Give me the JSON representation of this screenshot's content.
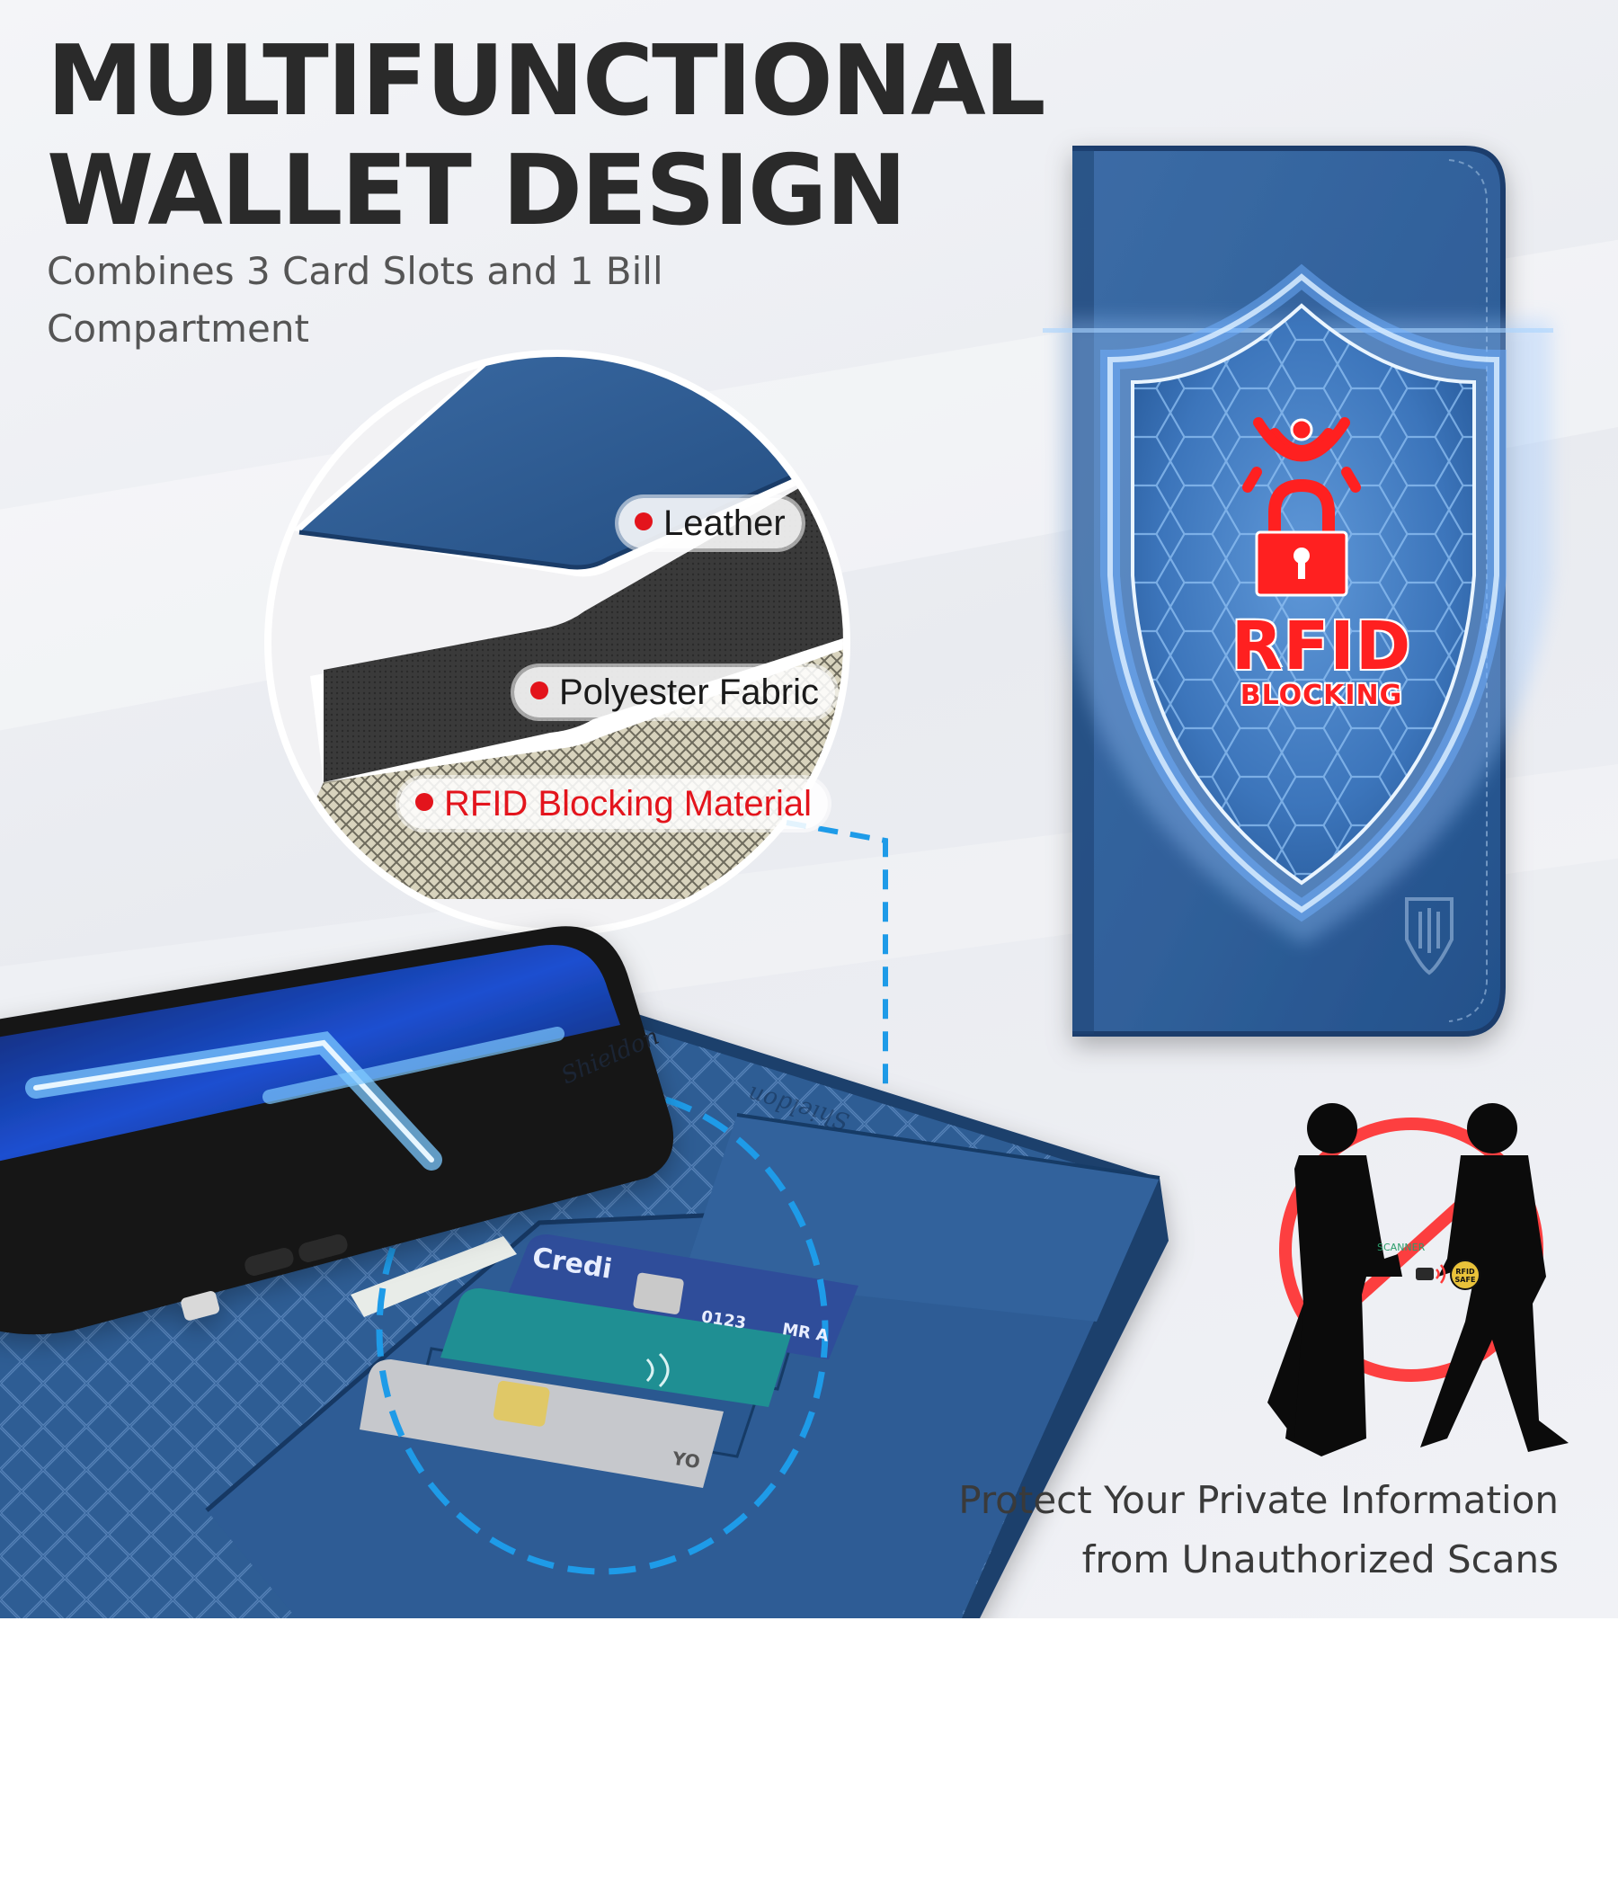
{
  "headline": {
    "line1": "MULTIFUNCTIONAL",
    "line2": "WALLET DESIGN"
  },
  "subline": "Combines 3 Card Slots and 1 Bill Compartment",
  "layers": [
    {
      "label": "Leather"
    },
    {
      "label": "Polyester Fabric"
    },
    {
      "label": "RFID Blocking Material"
    }
  ],
  "rfid_badge": {
    "line1": "RFID",
    "line2": "BLOCKING"
  },
  "phone_brand": "Shieldon",
  "wallet_script": "Shieldon",
  "cards": {
    "credit_word": "Credi",
    "numbers": "0123",
    "holder": "MR A",
    "grey_holder": "YO"
  },
  "scan_scene": {
    "scanner_label": "SCANNER",
    "safe_label": "RFID SAFE"
  },
  "caption": {
    "line1": "Protect Your Private Information",
    "line2": "from Unauthorized Scans"
  },
  "colors": {
    "leather_blue": "#2d5b91",
    "leather_dark": "#1f4474",
    "accent_red": "#e3141c",
    "dash_blue": "#1e9be8",
    "headline": "#2a2a2a"
  },
  "icons": [
    "rfid-lock-icon",
    "shield-logo-icon",
    "no-scan-icon",
    "signal-waves-icon"
  ]
}
